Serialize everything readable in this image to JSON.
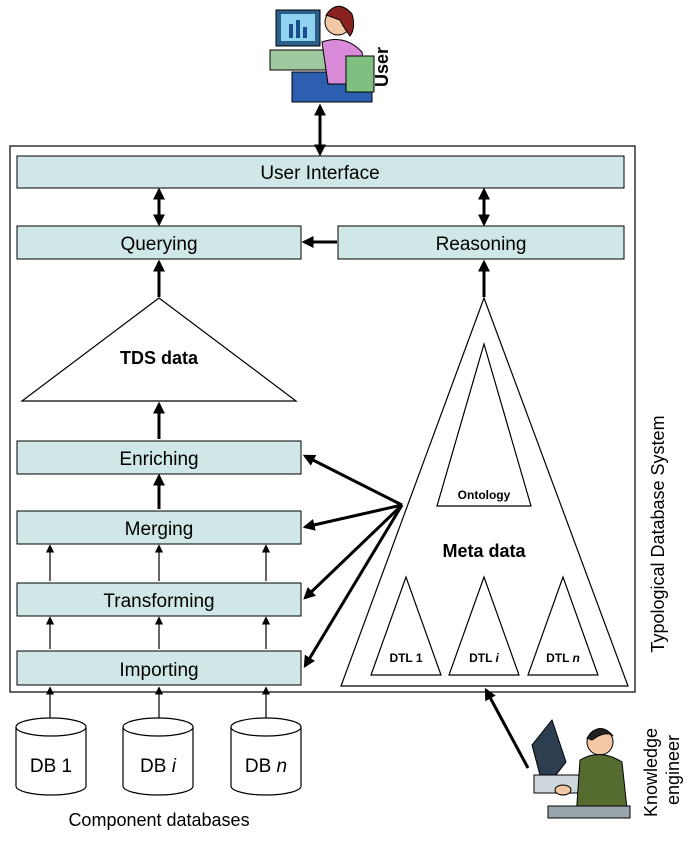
{
  "user_label": "User",
  "system_label": "Typological Database System",
  "knowledge_engineer_label": [
    "Knowledge",
    "engineer"
  ],
  "boxes": {
    "user_interface": "User Interface",
    "querying": "Querying",
    "reasoning": "Reasoning",
    "enriching": "Enriching",
    "merging": "Merging",
    "transforming": "Transforming",
    "importing": "Importing"
  },
  "tds_data": "TDS data",
  "meta_data": "Meta data",
  "ontology": "Ontology",
  "dtl": {
    "dtl1_prefix": "DTL 1",
    "dtli_prefix": "DTL ",
    "dtli_suffix": "i",
    "dtln_prefix": "DTL ",
    "dtln_suffix": "n"
  },
  "databases": {
    "db1_prefix": "DB 1",
    "dbi_prefix": "DB ",
    "dbi_suffix": "i",
    "dbn_prefix": "DB ",
    "dbn_suffix": "n"
  },
  "component_databases": "Component databases"
}
